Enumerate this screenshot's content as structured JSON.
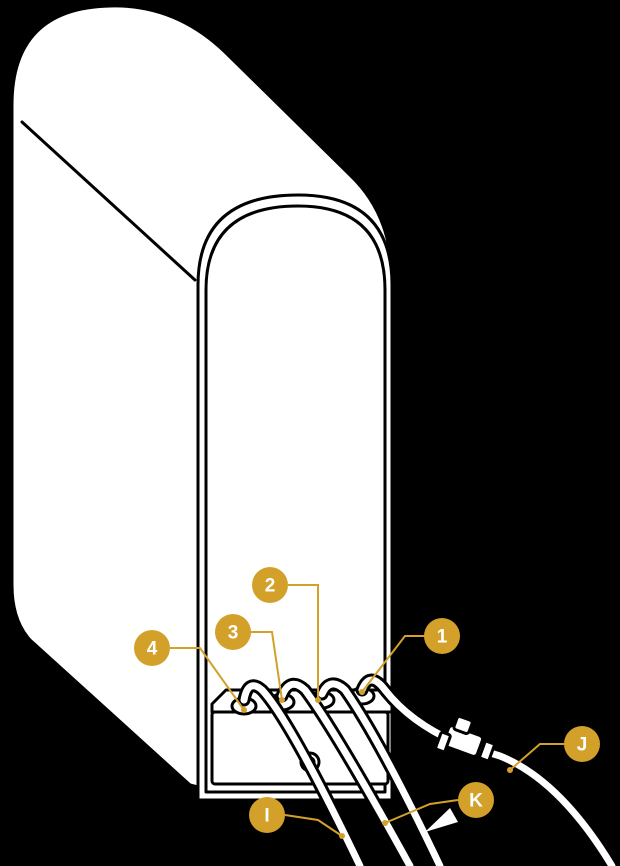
{
  "diagram": {
    "accent_color": "#d3a12a",
    "background_color": "#000000",
    "callouts": [
      {
        "id": "c1",
        "label": "1"
      },
      {
        "id": "c2",
        "label": "2"
      },
      {
        "id": "c3",
        "label": "3"
      },
      {
        "id": "c4",
        "label": "4"
      },
      {
        "id": "cJ",
        "label": "J"
      },
      {
        "id": "cK",
        "label": "K"
      },
      {
        "id": "cI",
        "label": "I"
      }
    ]
  }
}
